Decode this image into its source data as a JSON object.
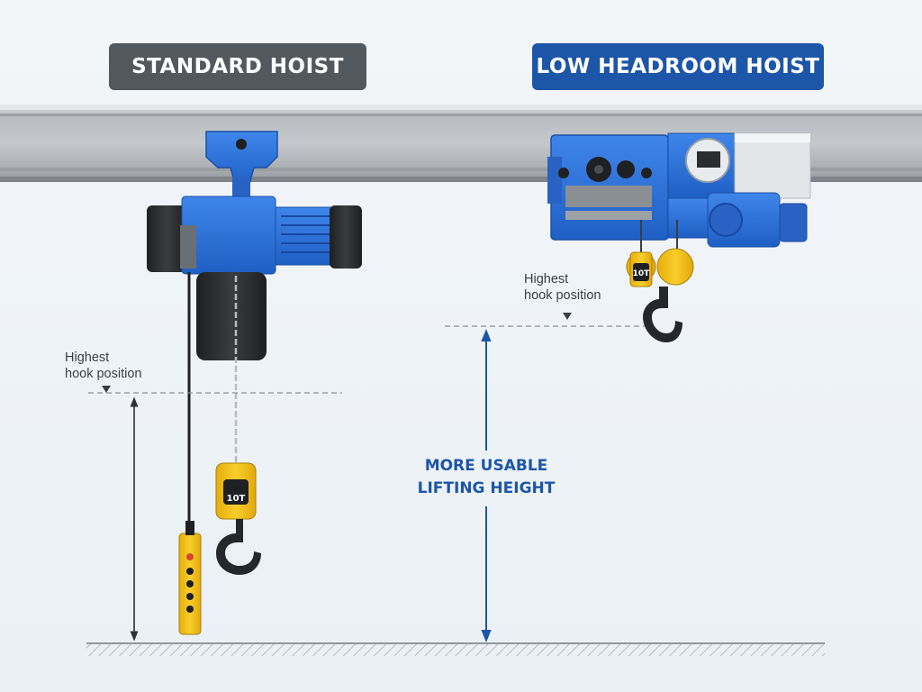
{
  "headings": {
    "standard": "STANDARD HOIST",
    "low_headroom": "LOW HEADROOM HOIST"
  },
  "labels": {
    "standard_hook_line1": "Highest",
    "standard_hook_line2": "hook position",
    "low_hook_line1": "Highest",
    "low_hook_line2": "hook position"
  },
  "callout": {
    "line1": "MORE USABLE",
    "line2": "LIFTING HEIGHT"
  },
  "hook_blocks": {
    "standard_capacity": "10T",
    "low_headroom_capacity": "10T"
  },
  "colors": {
    "standard_badge": "#53585d",
    "low_headroom_badge": "#1d56a8",
    "hoist_blue": "#2d6fd6",
    "hook_yellow": "#f2c21b",
    "callout_blue": "#1d56a8"
  }
}
